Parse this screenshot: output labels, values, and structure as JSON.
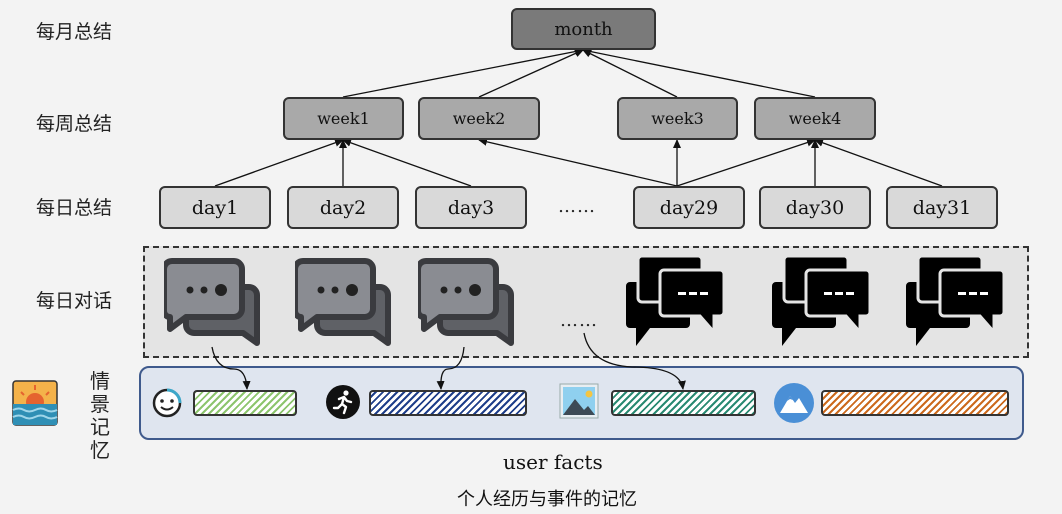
{
  "row_labels": {
    "monthly": "每月总结",
    "weekly": "每周总结",
    "daily": "每日总结",
    "dialogue": "每日对话",
    "episodic": "情景记忆"
  },
  "nodes": {
    "month": "month",
    "weeks": [
      "week1",
      "week2",
      "week3",
      "week4"
    ],
    "days": [
      "day1",
      "day2",
      "day3",
      "day29",
      "day30",
      "day31"
    ]
  },
  "ellipsis": "……",
  "captions": {
    "user_facts": "user facts",
    "bottom": "个人经历与事件的记忆"
  },
  "colors": {
    "month_fill": "#7a7a7a",
    "week_fill": "#a9a9a9",
    "day_fill": "#d9d9d9",
    "chat_gray": "#5f6166",
    "chat_black": "#000000",
    "episodic_border": "#3f5a8c",
    "bar_green": "#8dc56e",
    "bar_navy": "#1f3f8a",
    "bar_teal": "#2a8a72",
    "bar_orange": "#cc6a1e"
  },
  "fact_icons": [
    "smiley-icon",
    "running-person-icon",
    "landscape-icon",
    "mountain-icon"
  ]
}
